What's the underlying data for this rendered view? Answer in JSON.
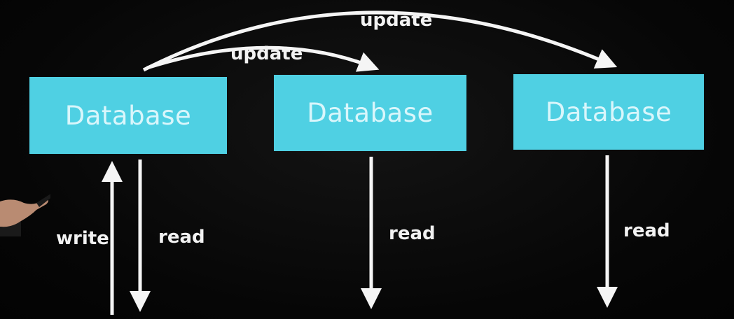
{
  "databases": [
    {
      "label": "Database"
    },
    {
      "label": "Database"
    },
    {
      "label": "Database"
    }
  ],
  "arrows": {
    "update_top": "update",
    "update_mid": "update",
    "write": "write",
    "read_1": "read",
    "read_2": "read",
    "read_3": "read"
  },
  "colors": {
    "box": "#4fd0e3",
    "box_text": "#d9f6fb",
    "arrow": "#f5f5f5",
    "background": "#050505"
  }
}
